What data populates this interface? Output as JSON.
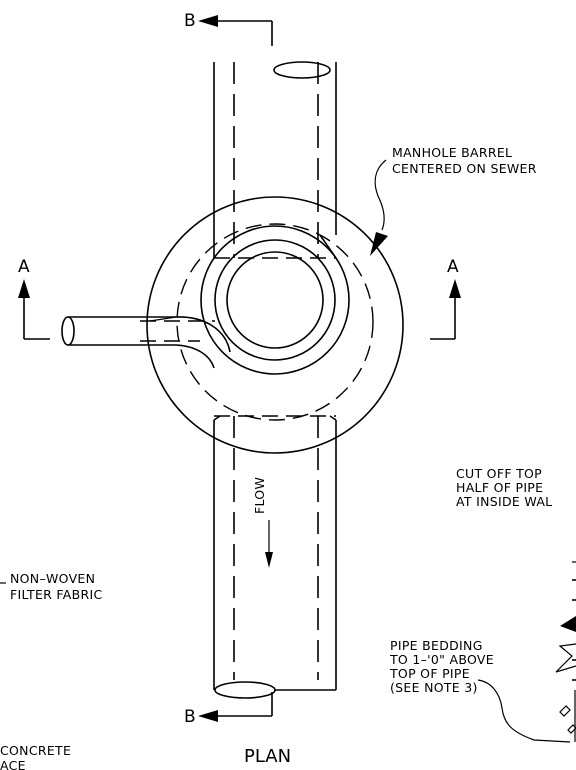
{
  "section_markers": {
    "b_top": "B",
    "b_bottom": "B",
    "a_left": "A",
    "a_right": "A"
  },
  "callouts": {
    "manhole_line1": "MANHOLE BARREL",
    "manhole_line2": "CENTERED ON SEWER",
    "flow": "FLOW",
    "cutoff_line1": "CUT OFF TOP",
    "cutoff_line2": "HALF OF PIPE",
    "cutoff_line3": "AT INSIDE WAL",
    "fabric_line1": "NON–WOVEN",
    "fabric_line2": "FILTER FABRIC",
    "bedding_line1": "PIPE BEDDING",
    "bedding_line2": "TO 1–'0\" ABOVE",
    "bedding_line3": "TOP OF PIPE",
    "bedding_line4": "(SEE NOTE 3)",
    "concrete_line1": "CONCRETE",
    "concrete_line2": "ACE"
  },
  "view_title": "PLAN"
}
